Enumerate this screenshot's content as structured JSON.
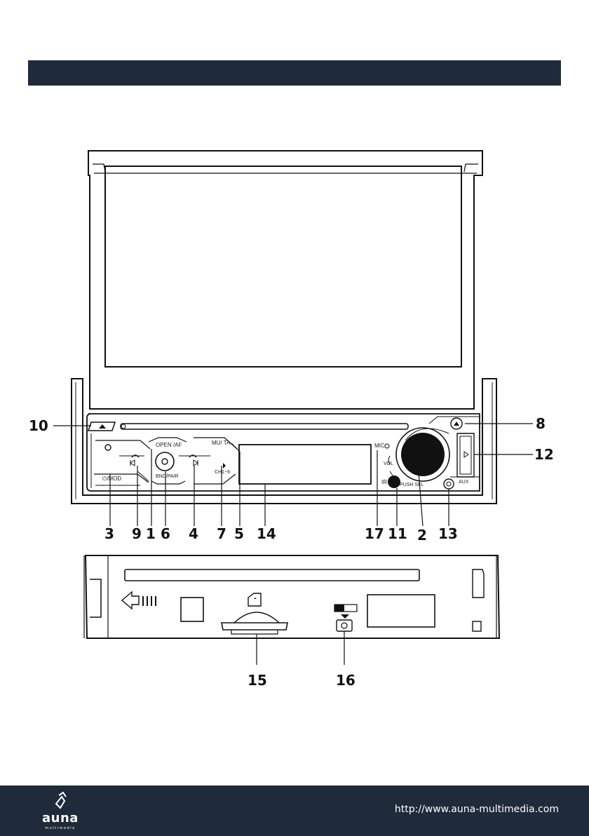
{
  "page": {
    "header_bar_color": "#1f2a3b"
  },
  "diagram": {
    "callouts": {
      "c1": "1",
      "c2": "2",
      "c3": "3",
      "c4": "4",
      "c5": "5",
      "c6": "6",
      "c7": "7",
      "c8": "8",
      "c9": "9",
      "c10": "10",
      "c11": "11",
      "c12": "12",
      "c13": "13",
      "c14": "14",
      "c15": "15",
      "c16": "16",
      "c17": "17"
    },
    "panel_labels": {
      "open_af": "OPEN /AF",
      "bnd_pair": "BND/PAIR",
      "mod": "⏻/MOD",
      "mu_ta": "MU/ TA",
      "ch": "CH1~6",
      "mic": "MIC",
      "vol": "VOL",
      "ir": "IR",
      "push_sel": "PUSH SEL",
      "aux": "AUX"
    }
  },
  "footer": {
    "brand": "auna",
    "brand_sub": "multimedia",
    "url": "http://www.auna-multimedia.com"
  }
}
